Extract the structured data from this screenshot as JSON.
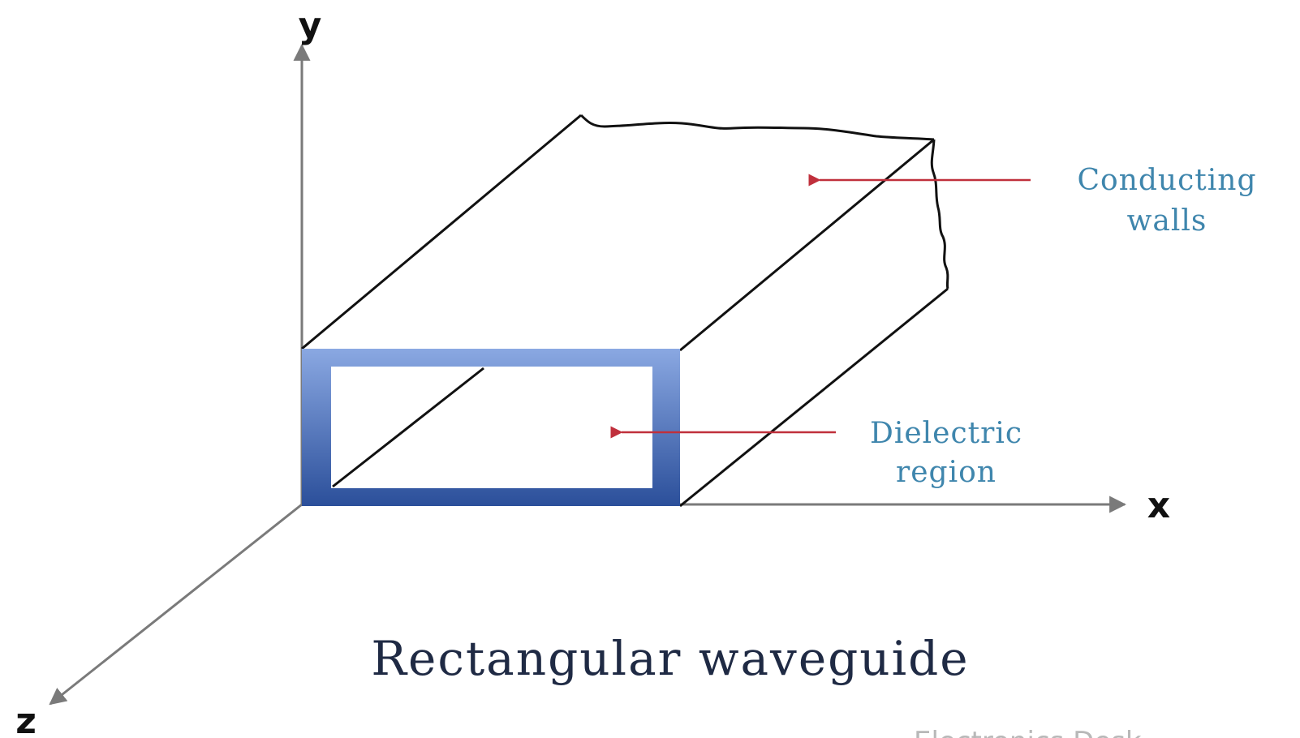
{
  "diagram": {
    "axes": {
      "x_label": "x",
      "y_label": "y",
      "z_label": "z"
    },
    "callouts": {
      "conducting_walls": {
        "line1": "Conducting",
        "line2": "walls"
      },
      "dielectric_region": {
        "line1": "Dielectric",
        "line2": "region"
      }
    },
    "title": "Rectangular waveguide",
    "watermark": "Electronics Desk"
  },
  "colors": {
    "callout_text": "#3f86ad",
    "arrow": "#c0303c",
    "title": "#1f2a44",
    "axis": "#7a7a7a",
    "outline": "#111111",
    "frame_top": "#8aa8e2",
    "frame_bottom": "#2b4f9a"
  }
}
